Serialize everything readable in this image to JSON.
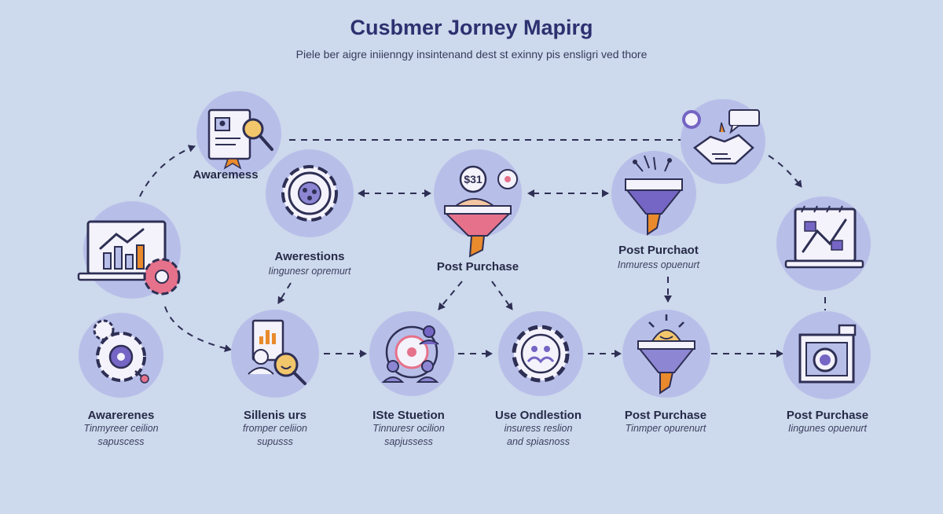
{
  "header": {
    "title": "Cusbmer Jorney Mapirg",
    "subtitle": "Piele ber aigre iniienngy insintenand dest st exinny pis ensligri ved thore"
  },
  "upper_labels": [
    {
      "title": "Awaremess"
    },
    {
      "title": "Awerestions",
      "sub": "Iingunesr opremurt"
    },
    {
      "title": "Post Purchase"
    },
    {
      "title": "Post Purchaot",
      "sub": "Inmuress opuenurt"
    }
  ],
  "stages": [
    {
      "title": "Awarerenes",
      "line1": "Tinmyreer ceilion",
      "line2": "sapuscess"
    },
    {
      "title": "Sillenis urs",
      "line1": "fromper celiion",
      "line2": "supusss"
    },
    {
      "title": "ISte Stuetion",
      "line1": "Tinnuresr ocilion",
      "line2": "sapjussess"
    },
    {
      "title": "Use Ondlestion",
      "line1": "insuress reslion",
      "line2": "and spiasnoss"
    },
    {
      "title": "Post Purchase",
      "line1": "Tinmper opurenurt"
    },
    {
      "title": "Post Purchase",
      "line1": "Iingunes opuenurt"
    }
  ],
  "icons": {
    "top_1": "document-search-icon",
    "top_2": "gear-icon",
    "top_3": "price-funnel-icon",
    "top_4": "filter-funnel-icon",
    "top_5": "handshake-icon",
    "left_1": "laptop-chart-icon",
    "right_1": "laptop-analytics-icon",
    "bottom_1": "gear-settings-icon",
    "bottom_2": "report-search-icon",
    "bottom_3": "team-target-icon",
    "bottom_4": "gear-people-icon",
    "bottom_5": "sun-funnel-icon",
    "bottom_6": "photo-camera-icon"
  },
  "price_tag": "$31",
  "colors": {
    "background": "#cdd9ec",
    "circle": "#b7bfe9",
    "line": "#2e2f54",
    "accent_orange": "#e98a2c",
    "accent_pink": "#e6718a",
    "accent_purple": "#7565c4"
  }
}
